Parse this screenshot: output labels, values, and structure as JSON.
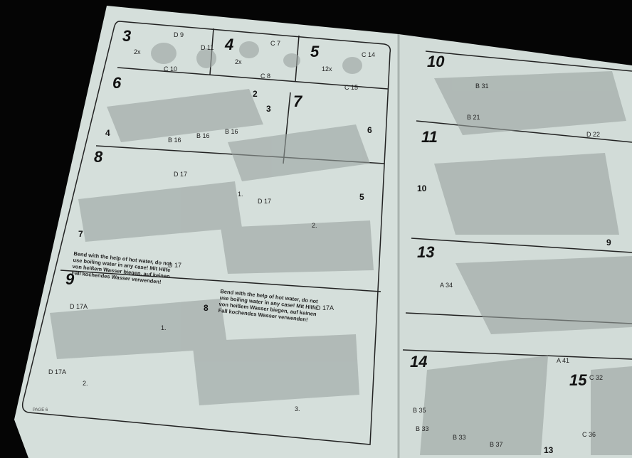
{
  "sheet": {
    "page_label": "PAGE 6"
  },
  "steps": [
    {
      "number": "3",
      "parts": [
        "D 9",
        "D 11",
        "C 10",
        "2x"
      ]
    },
    {
      "number": "4",
      "parts": [
        "C 7",
        "C 8",
        "2x"
      ]
    },
    {
      "number": "5",
      "parts": [
        "C 14",
        "C 15",
        "12x"
      ]
    },
    {
      "number": "6",
      "parts": [
        "2",
        "3",
        "4",
        "B 16",
        "B 16",
        "B 16"
      ]
    },
    {
      "number": "7",
      "parts": [
        "6",
        "5"
      ]
    },
    {
      "number": "8",
      "parts": [
        "D 17",
        "D 17",
        "7",
        "1.",
        "2."
      ]
    },
    {
      "number": "9",
      "parts": [
        "D 17A",
        "D 17A",
        "8",
        "1.",
        "2.",
        "3."
      ]
    },
    {
      "number": "10",
      "parts": [
        "B 31",
        "B 21",
        "D 22"
      ]
    },
    {
      "number": "11",
      "parts": [
        "10",
        "9"
      ]
    },
    {
      "number": "13",
      "parts": [
        "A 34",
        "A 41"
      ]
    },
    {
      "number": "14",
      "parts": [
        "B 35",
        "B 33",
        "B 33",
        "B 37",
        "13"
      ]
    },
    {
      "number": "15",
      "parts": [
        "C 32",
        "C 36"
      ]
    }
  ],
  "notes": {
    "step8": "Bend with the help of hot water, do not use boiling water in any case! Mit Hilfe von heißem Wasser biegen, auf keinen Fall kochendes Wasser verwenden!",
    "step9": "Bend with the help of hot water, do not use boiling water in any case! Mit Hilfe von heißem Wasser biegen, auf keinen Fall kochendes Wasser verwenden!",
    "step8_part": "D 17",
    "step9_part": "D 17A"
  },
  "colors": {
    "paper": "#d9e3df",
    "background": "#050505",
    "ink": "#1a1a1a"
  }
}
